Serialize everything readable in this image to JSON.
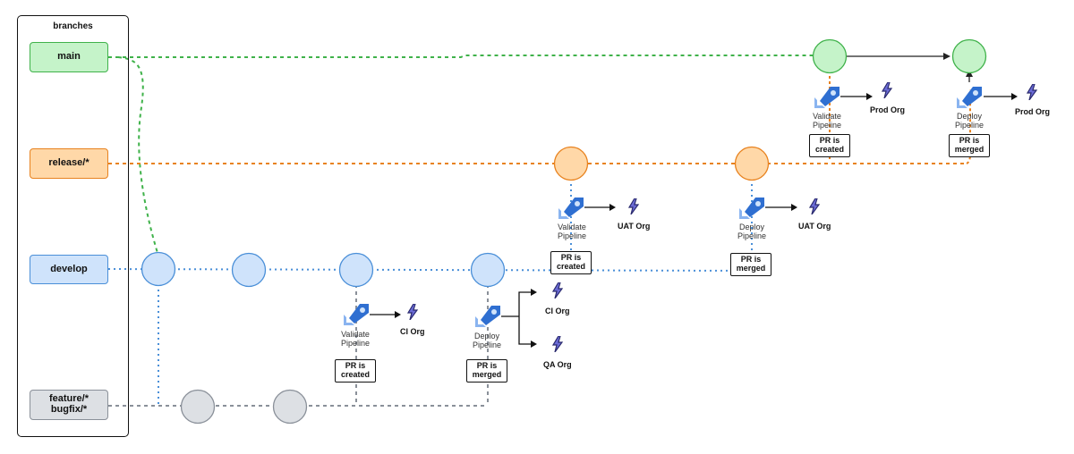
{
  "sidebar": {
    "title": "branches"
  },
  "branches": {
    "main": "main",
    "release": "release/*",
    "develop": "develop",
    "feature": "feature/*",
    "bugfix": "bugfix/*"
  },
  "pr": {
    "created_1": "PR is",
    "created_2": "created",
    "merged_1": "PR is",
    "merged_2": "merged"
  },
  "pipelines": {
    "validate_1": "Validate",
    "deploy_1": "Deploy",
    "pipeline_2": "Pipeline"
  },
  "orgs": {
    "ci": "CI Org",
    "qa": "QA Org",
    "uat": "UAT Org",
    "prod": "Prod Org"
  },
  "colors": {
    "main_fill": "#c5f3c9",
    "main_stroke": "#3fb24a",
    "release_fill": "#ffd8a8",
    "release_stroke": "#e8821e",
    "develop_fill": "#cfe3fb",
    "develop_stroke": "#4a8fd8",
    "feature_fill": "#dde0e4",
    "feature_stroke": "#8a9099",
    "pipeline_icon": "#2f6fd1",
    "lightning_icon": "#3b3b8f"
  }
}
